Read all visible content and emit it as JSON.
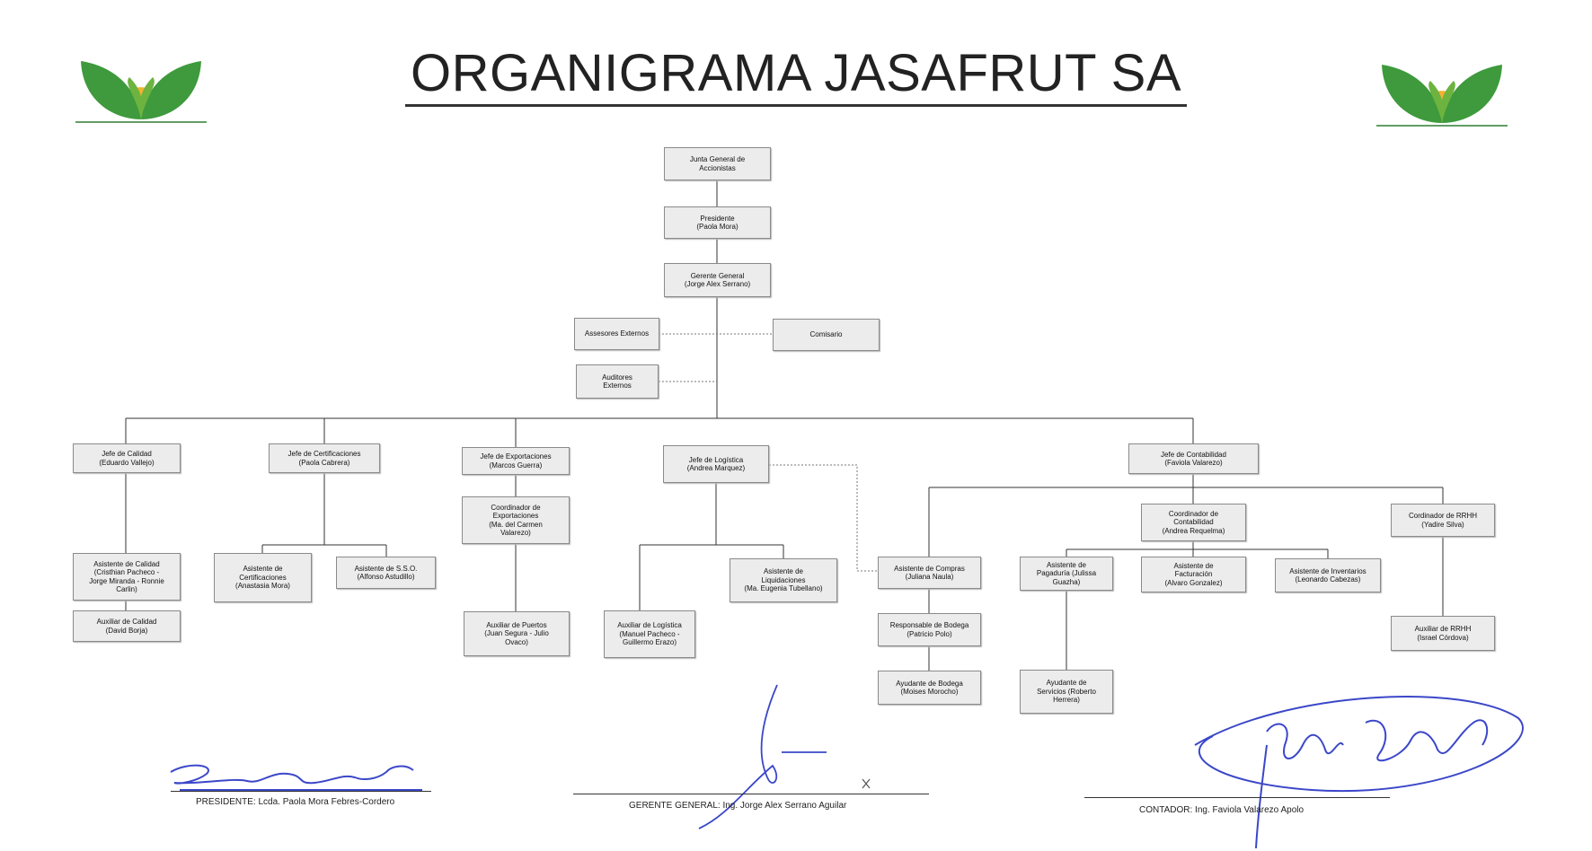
{
  "title": "ORGANIGRAMA JASAFRUT SA",
  "colors": {
    "leaf": "#3e9a3c",
    "sun": "#f2b230",
    "ink": "#3b47c9",
    "box_fill": "#ececec"
  },
  "nodes": {
    "junta": "Junta General de\nAccionistas",
    "presidente": "Presidente\n(Paola Mora)",
    "gerente": "Gerente General\n(Jorge Alex Serrano)",
    "asesores": "Assesores Externos",
    "comisario": "Comisario",
    "auditores": "Auditores\nExternos",
    "jefe_calidad": "Jefe de Calidad\n(Eduardo Vallejo)",
    "jefe_cert": "Jefe de Certificaciones\n(Paola Cabrera)",
    "jefe_export": "Jefe de Exportaciones\n(Marcos Guerra)",
    "jefe_logistica": "Jefe de Logística\n(Andrea Marquez)",
    "jefe_contab": "Jefe de Contabilidad\n(Faviola Valarezo)",
    "asis_calidad": "Asistente de Calidad\n(Cristhian Pacheco -\nJorge Miranda - Ronnie\nCarlin)",
    "aux_calidad": "Auxiliar de Calidad\n(David Borja)",
    "asis_cert": "Asistente de\nCertificaciones\n(Anastasia Mora)",
    "asis_sso": "Asistente de S.S.O.\n(Alfonso Astudillo)",
    "coord_export": "Coordinador de\nExportaciones\n(Ma. del Carmen\nValarezo)",
    "aux_puertos": "Auxiliar de Puertos\n(Juan Segura - Julio\nOvaco)",
    "aux_logistica": "Auxiliar de Logística\n(Manuel Pacheco -\nGuillermo Erazo)",
    "asis_liquid": "Asistente de\nLiquidaciones\n(Ma. Eugenia Tubellano)",
    "asis_compras": "Asistente de Compras\n(Juliana Naula)",
    "resp_bodega": "Responsable de Bodega\n(Patricio Polo)",
    "ayud_bodega": "Ayudante de Bodega\n(Moises Morocho)",
    "coord_contab": "Coordinador de\nContabilidad\n(Andrea Requelma)",
    "coord_rrhh": "Cordinador de RRHH\n(Yadire Silva)",
    "asis_pagad": "Asistente de\nPagaduría (Julissa\nGuazha)",
    "asis_fact": "Asistente de\nFacturación\n(Alvaro Gonzalez)",
    "asis_invent": "Asistente de Inventarios\n(Leonardo Cabezas)",
    "ayud_servicios": "Ayudante de\nServicios (Roberto\nHerrera)",
    "aux_rrhh": "Auxiliar de RRHH\n(Israel Córdova)"
  },
  "signatures": {
    "presidente": "PRESIDENTE: Lcda. Paola Mora Febres-Cordero",
    "gerente": "GERENTE GENERAL: Ing. Jorge Alex Serrano Aguilar",
    "contador": "CONTADOR: Ing. Faviola Valarezo Apolo"
  }
}
